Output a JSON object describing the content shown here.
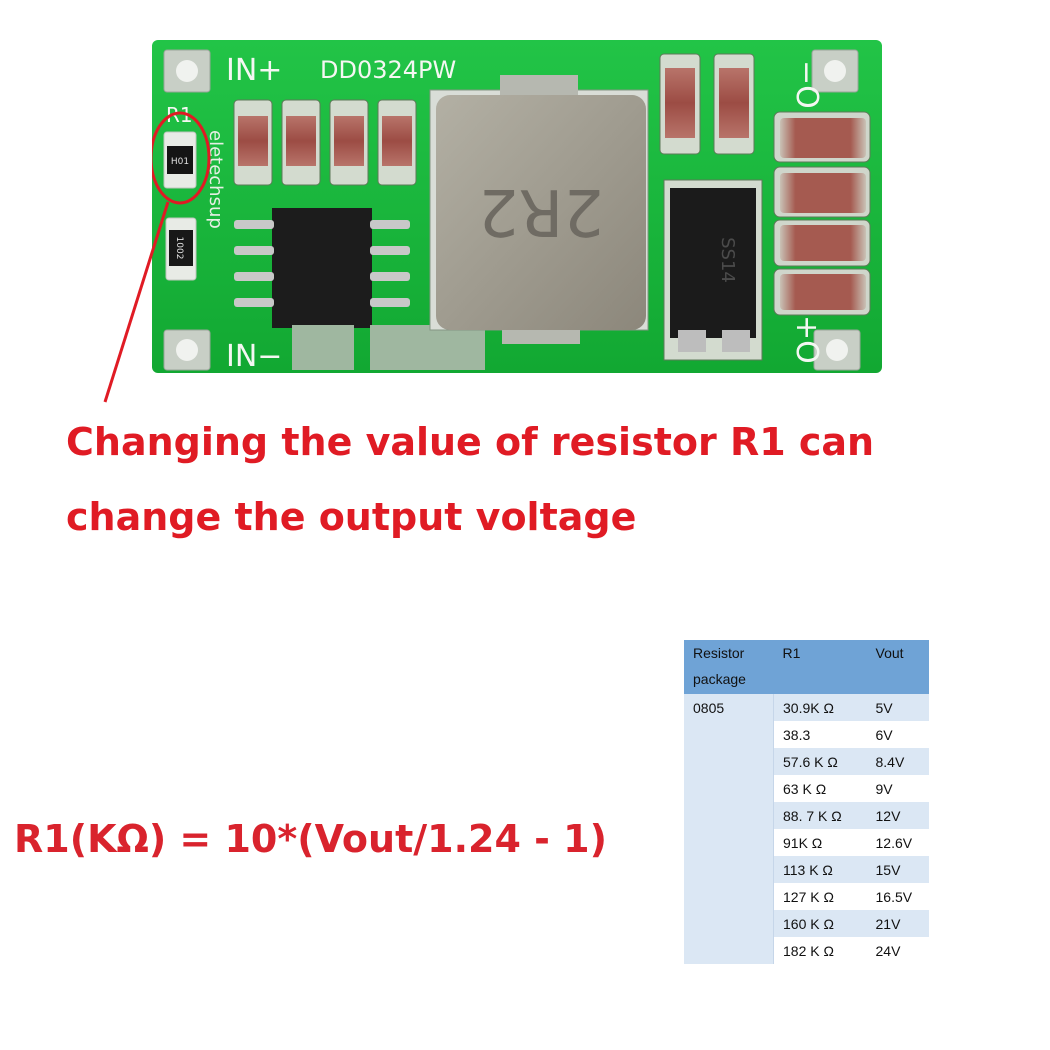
{
  "board": {
    "label_in_plus": "IN+",
    "label_model": "DD0324PW",
    "label_in_minus": "IN−",
    "label_r1": "R1",
    "label_brand": "eletechsup",
    "inductor_marking": "2R2",
    "out_minus": "−O",
    "out_plus": "+O",
    "resistor_r1_marking": "H01",
    "resistor2_marking": "1002",
    "diode_marking": "SS14"
  },
  "annotation": {
    "line1": "Changing the value of resistor R1 can",
    "line2": "change the output voltage"
  },
  "formula": "R1(KΩ) = 10*(Vout/1.24 - 1)",
  "table": {
    "headers": [
      "Resistor package",
      "R1",
      "Vout"
    ],
    "package": "0805",
    "rows": [
      {
        "r1": "30.9K Ω",
        "vout": "5V"
      },
      {
        "r1": "38.3",
        "vout": "6V"
      },
      {
        "r1": "57.6 K Ω",
        "vout": "8.4V"
      },
      {
        "r1": "63 K Ω",
        "vout": "9V"
      },
      {
        "r1": "88. 7 K Ω",
        "vout": "12V"
      },
      {
        "r1": "91K Ω",
        "vout": "12.6V"
      },
      {
        "r1": "113 K Ω",
        "vout": "15V"
      },
      {
        "r1": "127 K Ω",
        "vout": "16.5V"
      },
      {
        "r1": "160 K Ω",
        "vout": "21V"
      },
      {
        "r1": "182 K Ω",
        "vout": "24V"
      }
    ]
  },
  "colors": {
    "pcb_green": "#18b53a",
    "annotation_red": "#e01b24",
    "table_header": "#6fa3d6",
    "table_band": "#dbe7f4"
  }
}
